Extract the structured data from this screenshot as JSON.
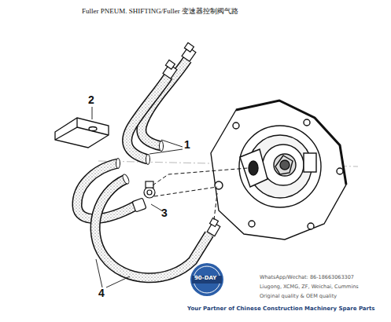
{
  "diagram": {
    "title": "Fuller PNEUM. SHIFTING/Fuller 变速器控制阀气路",
    "labels": [
      "2",
      "1",
      "3",
      "4",
      "90-DAY",
      "WhatsApp/Wechat: 86-18663063307",
      "Liugong, XCMG, ZF, Weichai, Cummins",
      "Original quality & OEM quality",
      "Your Partner of Chinese Construction Machinery Spare Parts"
    ]
  }
}
